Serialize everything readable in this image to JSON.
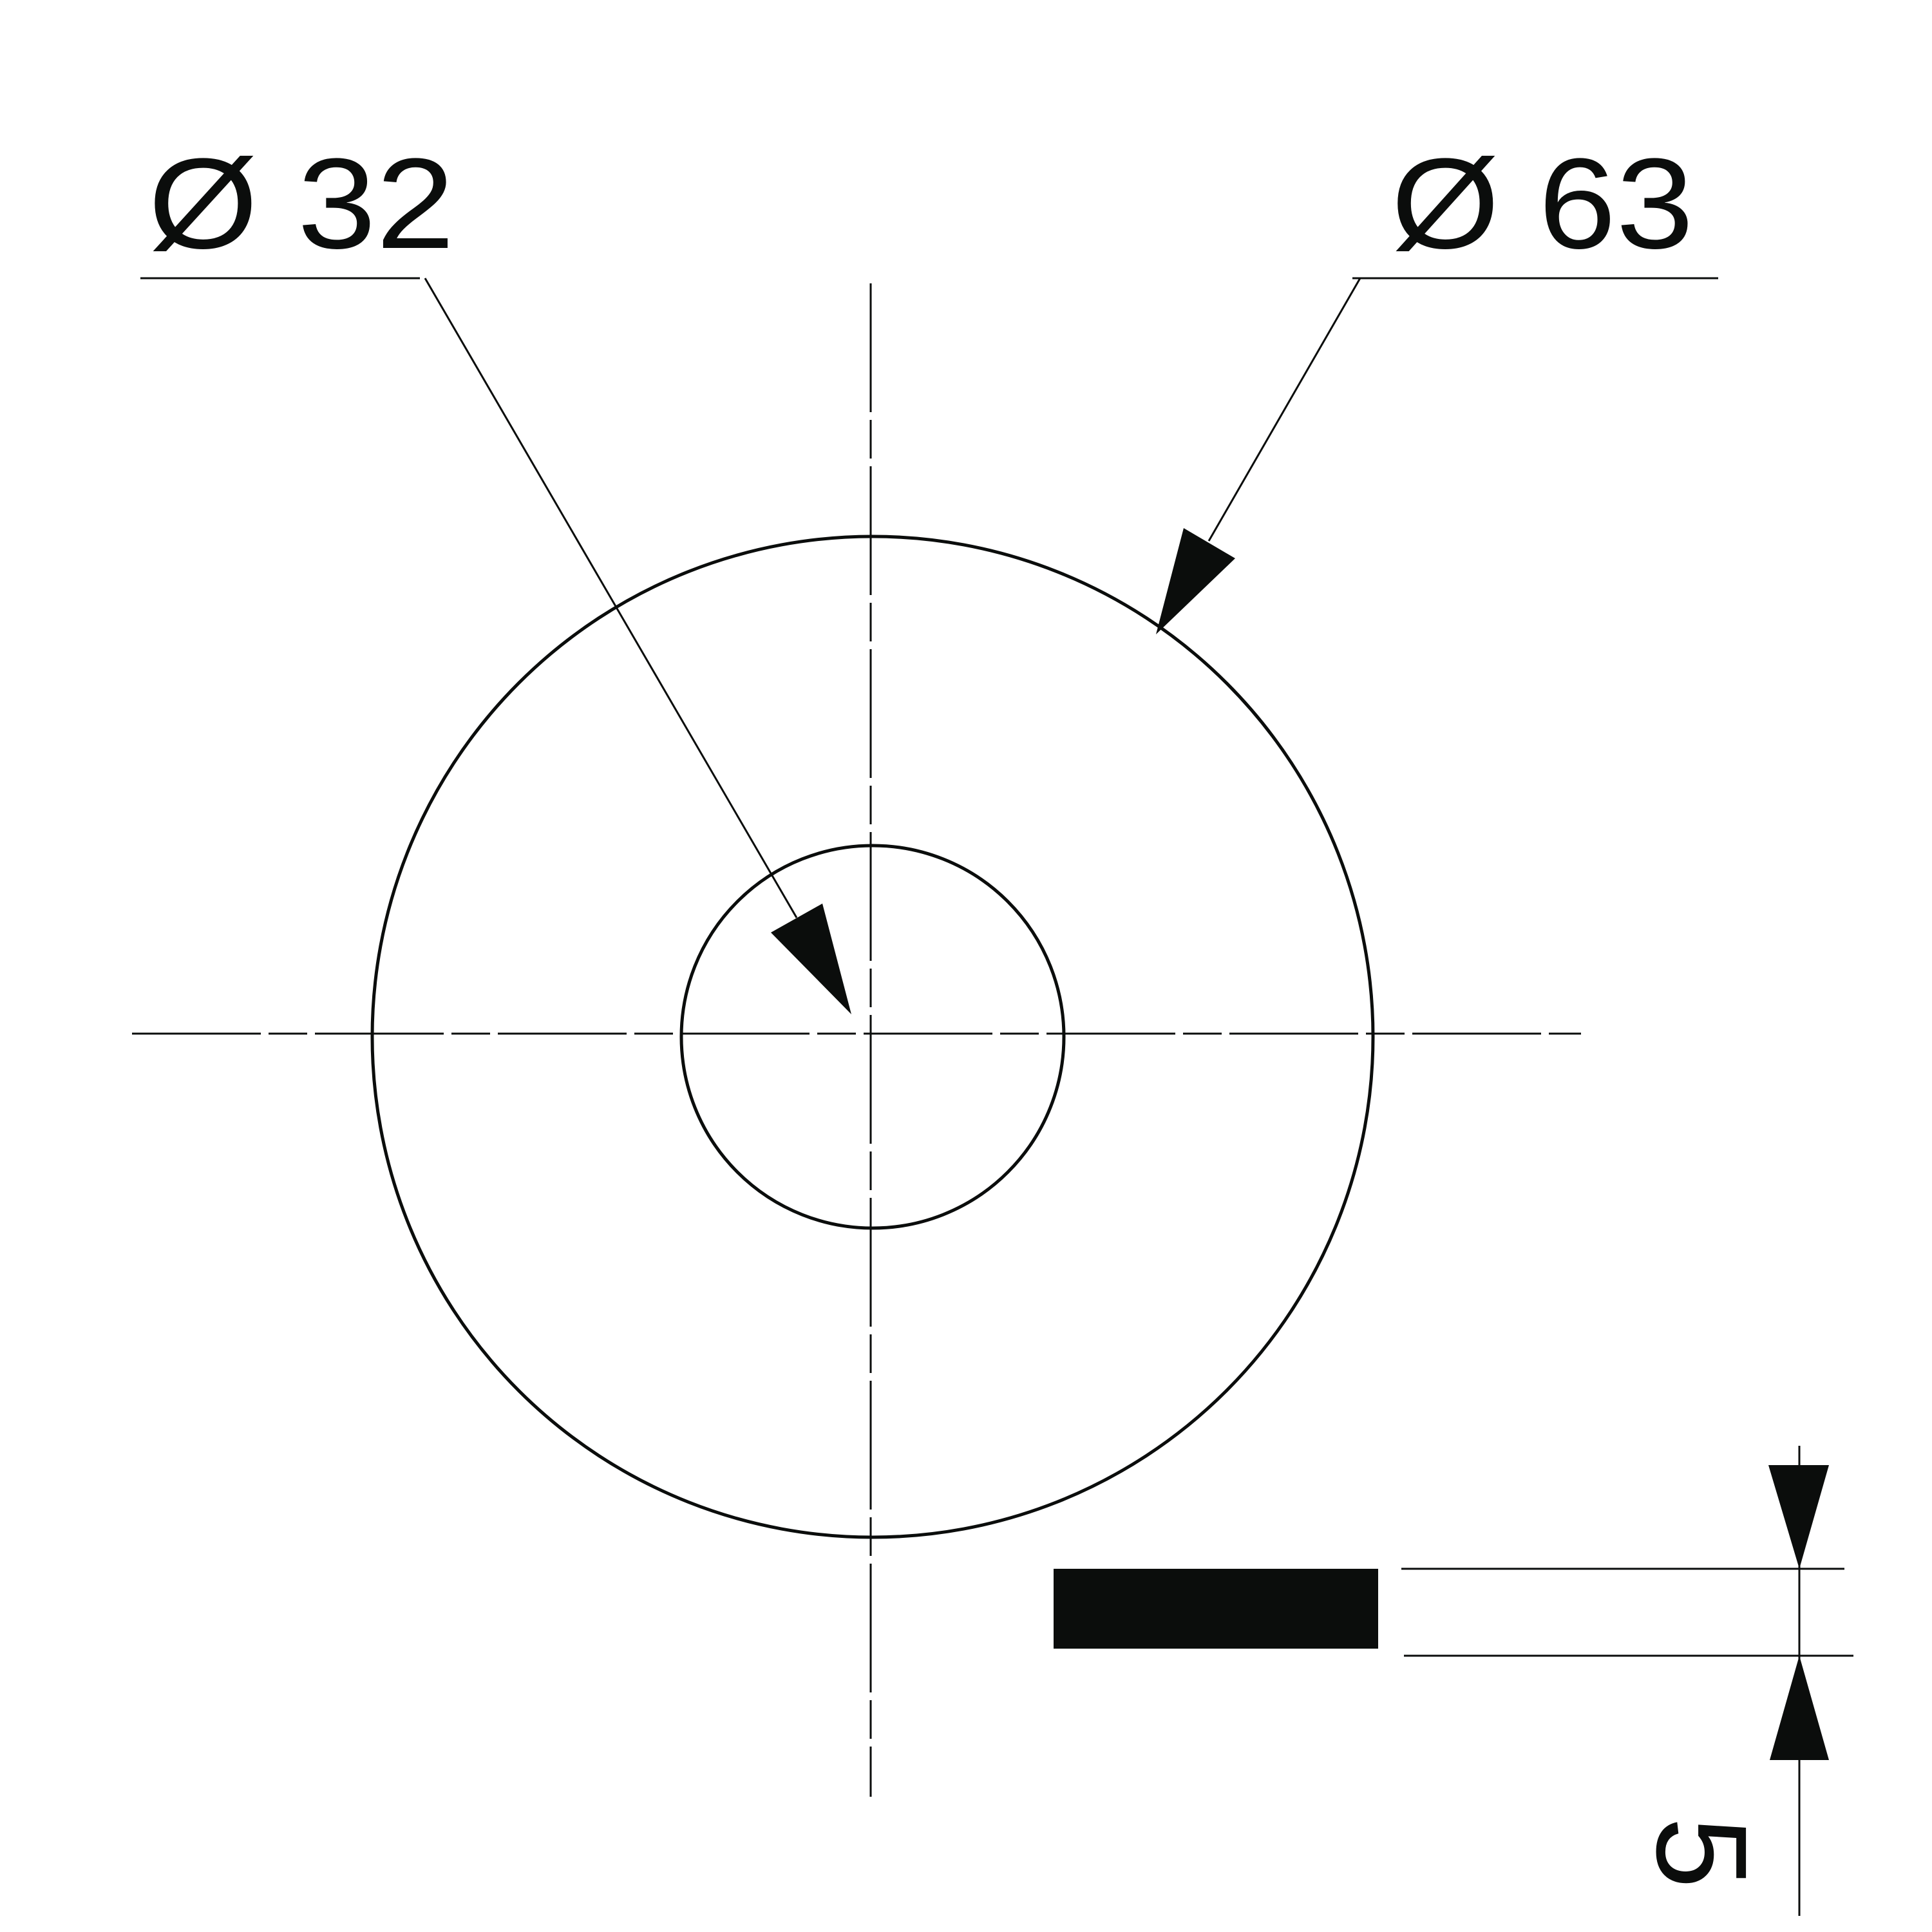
{
  "drawing": {
    "outer_diameter_label": "Ø 63",
    "inner_diameter_label": "Ø 32",
    "thickness_label": "5",
    "line_color": "#0b0d0c",
    "background_color": "#ffffff"
  }
}
